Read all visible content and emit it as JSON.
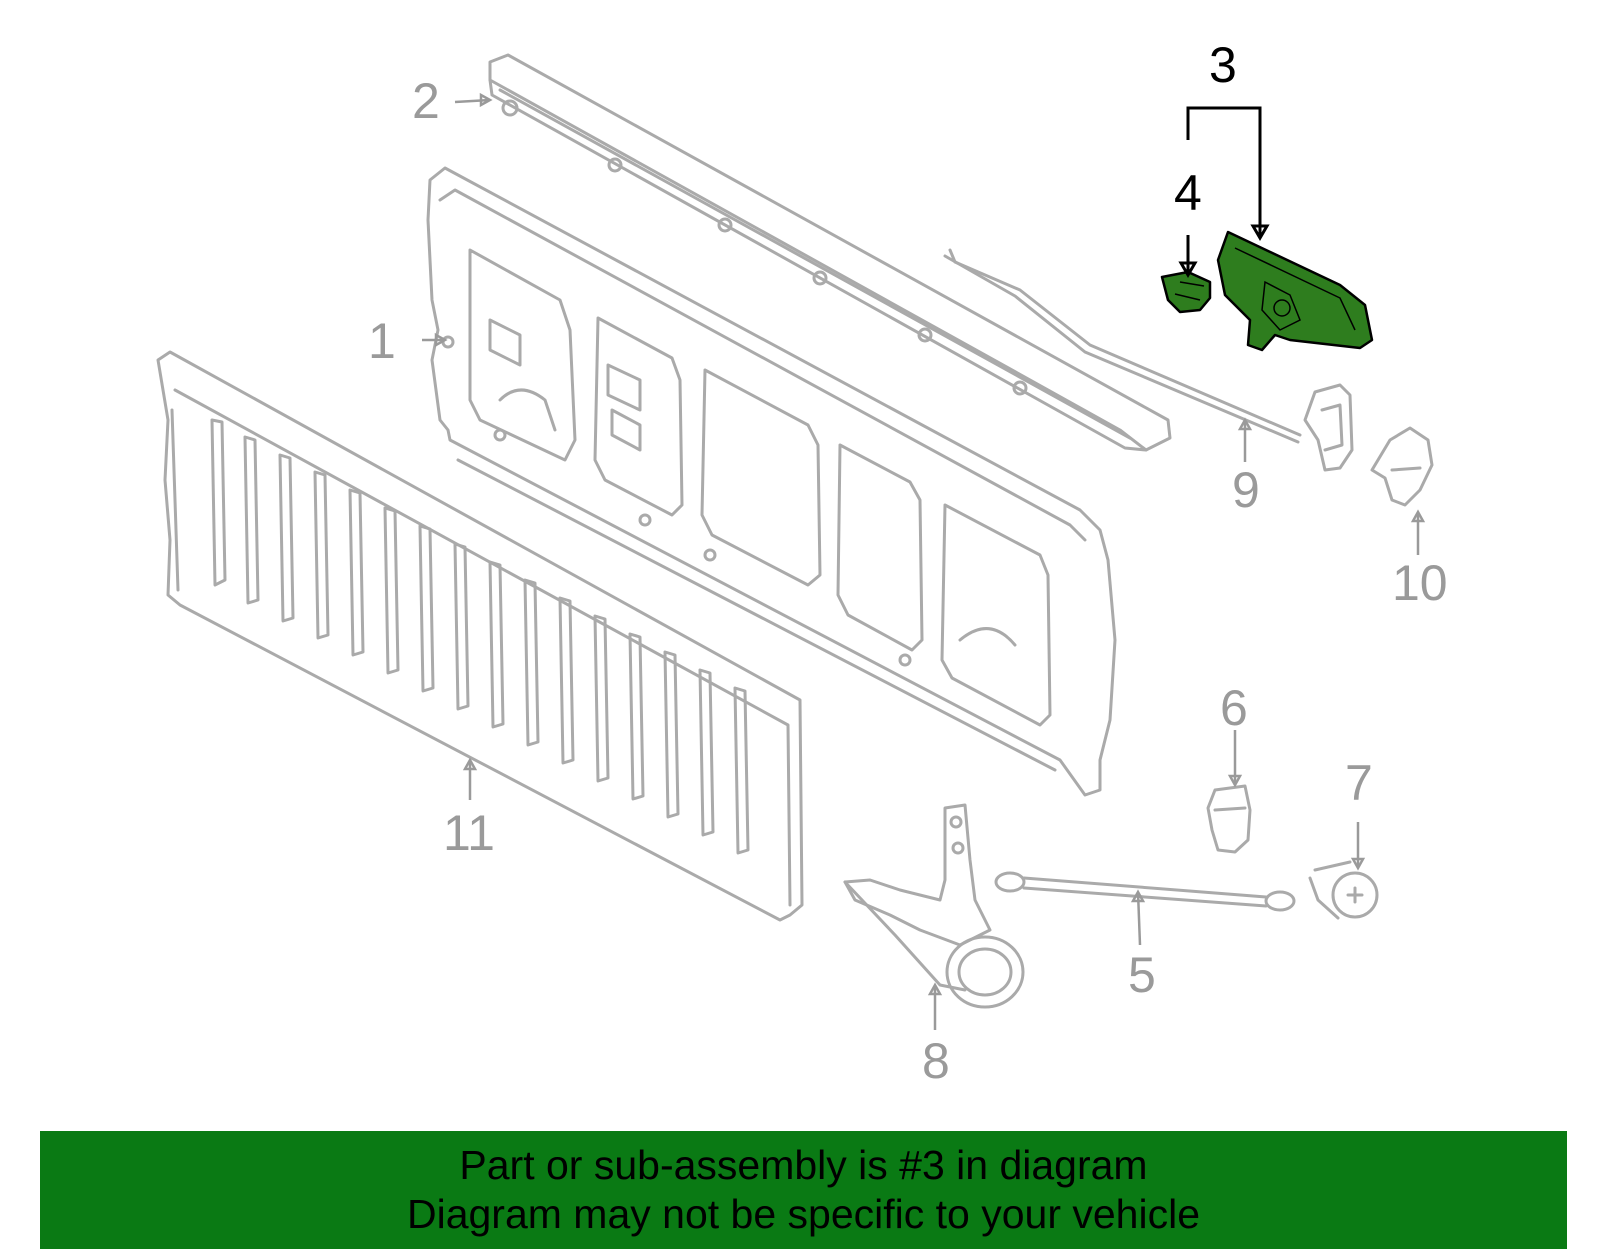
{
  "callouts": {
    "c1": "1",
    "c2": "2",
    "c3": "3",
    "c4": "4",
    "c5": "5",
    "c6": "6",
    "c7": "7",
    "c8": "8",
    "c9": "9",
    "c10": "10",
    "c11": "11"
  },
  "highlighted_part": "3",
  "colors": {
    "highlight_fill": "#2e7d1e",
    "banner_background": "#0a7a14",
    "line_art": "#aaaaaa",
    "callout_text": "#9a9a9a"
  },
  "banner": {
    "line1": "Part or sub-assembly is #3 in diagram",
    "line2": "Diagram may not be specific to your vehicle"
  }
}
